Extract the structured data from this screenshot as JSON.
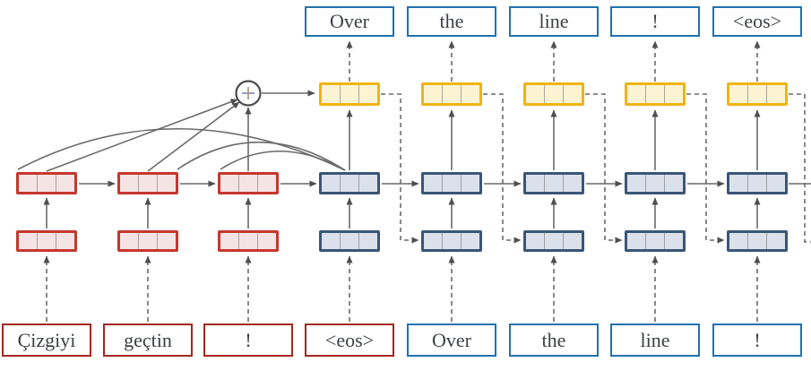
{
  "diagram": {
    "title_hint": "seq2seq encoder-decoder with attention",
    "source_tokens": [
      "Çizgiyi",
      "geçtin",
      "!",
      "<eos>"
    ],
    "decoder_input_tokens": [
      "Over",
      "the",
      "line",
      "!"
    ],
    "output_tokens": [
      "Over",
      "the",
      "line",
      "!",
      "<eos>"
    ],
    "attention_operator": "+",
    "colors": {
      "encoder_border": "#c5372e",
      "encoder_fill": "#f5e4e4",
      "decoder_border": "#3a5677",
      "decoder_fill": "#dbe1ea",
      "attention_border": "#eeb417",
      "attention_fill": "#fcf3d3",
      "source_word_border": "#a2281f",
      "target_word_border": "#2072ae",
      "wire": "#6a6a6a",
      "text": "#3c3f45",
      "plus_horizontal": "#7389bb",
      "plus_vertical": "#a8906e"
    }
  }
}
